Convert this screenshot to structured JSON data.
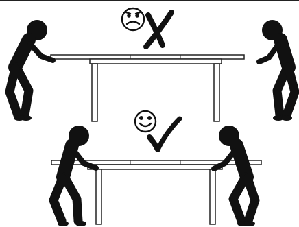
{
  "colors": {
    "background": "#ffffff",
    "figure": "#111111",
    "table_outline": "#222222",
    "table_fill": "#ffffff"
  },
  "scenes": [
    {
      "id": "incorrect",
      "face_icon": "sad-face-icon",
      "mark_icon": "cross-mark-icon",
      "grip": "table-ends"
    },
    {
      "id": "correct",
      "face_icon": "smiley-face-icon",
      "mark_icon": "check-mark-icon",
      "grip": "under-table-near-legs"
    }
  ]
}
